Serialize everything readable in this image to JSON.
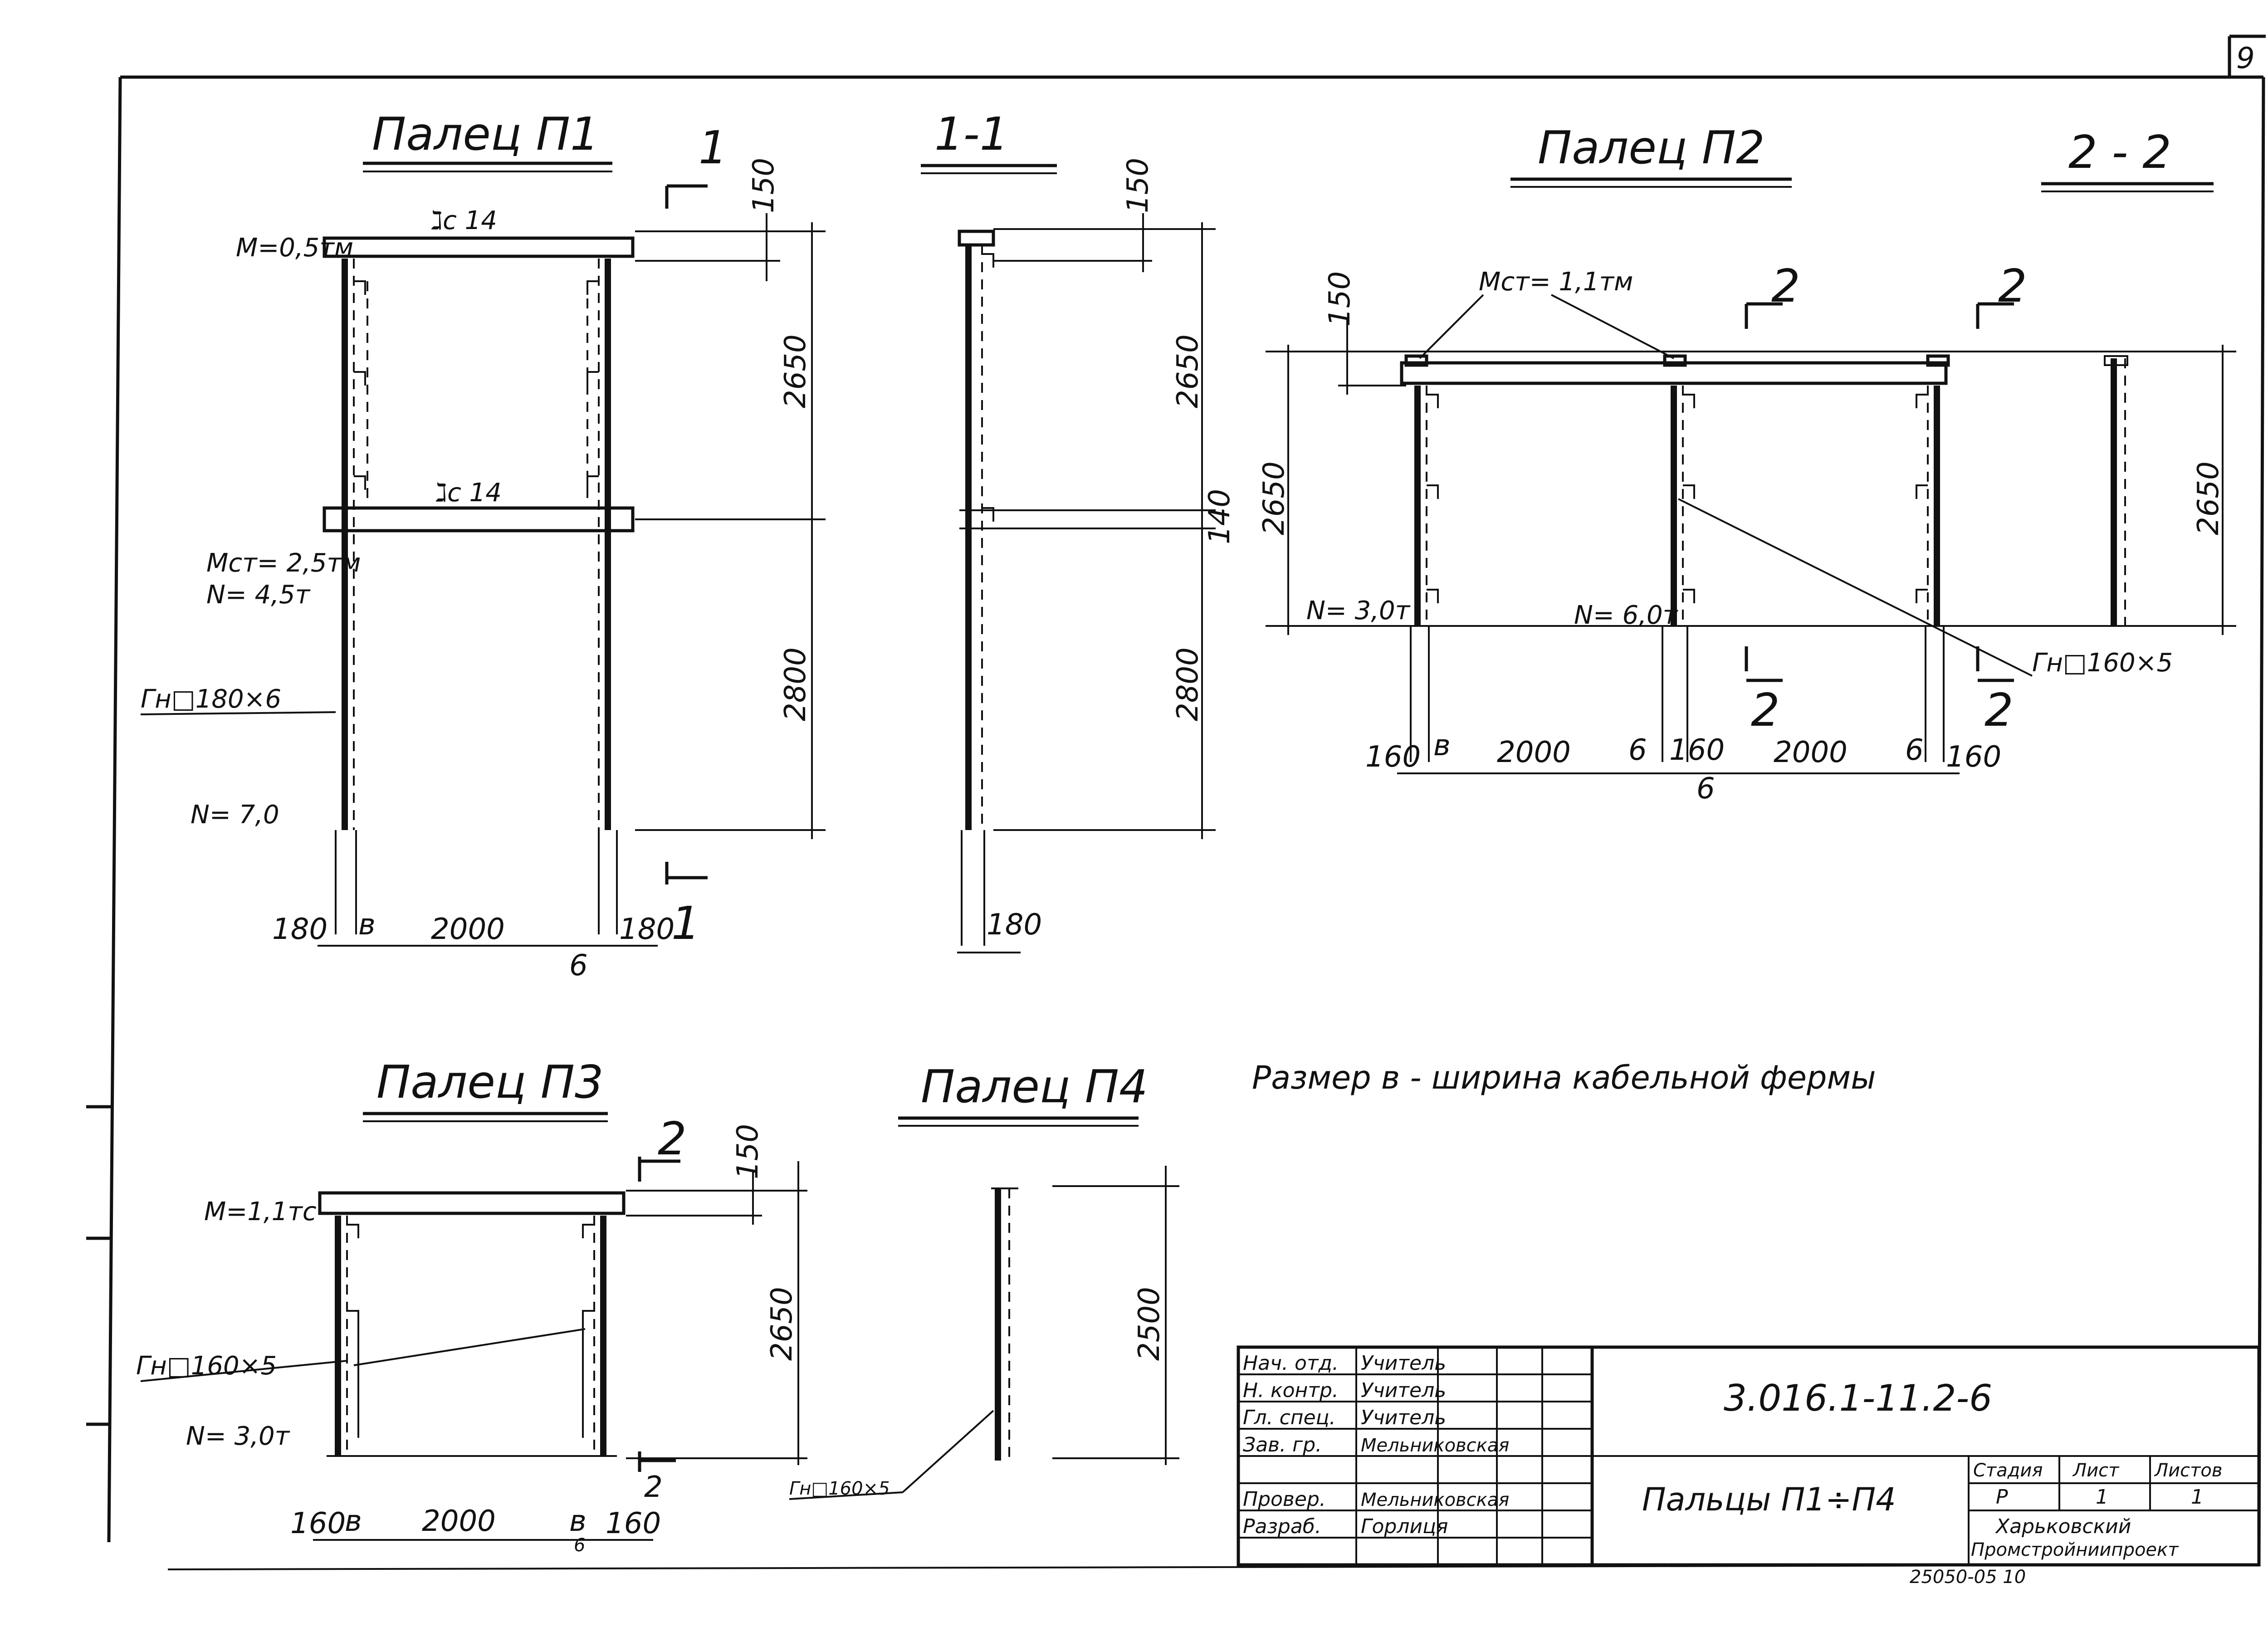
{
  "sheet": {
    "page_number": "9",
    "note": "Размер в - ширина кабельной фермы"
  },
  "views": {
    "p1": {
      "title": "Палец П1",
      "section_mark": "1",
      "beam_top": "ℷc 14",
      "beam_mid": "ℷc 14",
      "load_top": "M=0,5тм",
      "load_mid_m": "Mcт= 2,5тм",
      "load_mid_n": "N= 4,5т",
      "load_bottom": "N= 7,0",
      "tube": "Гн□180×6",
      "dim_top": "150",
      "dim_upper": "2650",
      "dim_lower": "2800",
      "dim_col": "180",
      "dim_gap": "в",
      "dim_span": "2000",
      "dim_gap_b": "6",
      "dim_col_r": "180"
    },
    "s11": {
      "title": "1-1",
      "dim_top": "150",
      "dim_upper": "2650",
      "dim_mid": "140",
      "dim_lower": "2800",
      "dim_col": "180"
    },
    "p2": {
      "title": "Палец П2",
      "section_title": "2 - 2",
      "section_mark": "2",
      "load_top": "Mcт= 1,1тм",
      "load_left": "N= 3,0т",
      "load_mid": "N= 6,0т",
      "tube": "Гн□160×5",
      "dim_top": "150",
      "dim_height": "2650",
      "dim_height_s": "2650",
      "dim_col": "160",
      "dim_gap": "в",
      "dim_span": "2000",
      "dim_b": "6"
    },
    "p3": {
      "title": "Палец П3",
      "section_mark": "2",
      "load_top": "M=1,1тс",
      "load_bottom": "N= 3,0т",
      "tube": "Гн□160×5",
      "dim_top": "150",
      "dim_height": "2650",
      "dim_col": "160",
      "dim_gap": "в",
      "dim_span": "2000",
      "dim_b": "6"
    },
    "p4": {
      "title": "Палец П4",
      "tube": "Гн□160×5",
      "dim_height": "2500"
    }
  },
  "title_block": {
    "roles": [
      "Нач. отд.",
      "Н. контр.",
      "Гл. спец.",
      "Зав. гр.",
      "",
      "Провер.",
      "Разраб."
    ],
    "names": [
      "Учитель",
      "Учитель",
      "Учитель",
      "Мельниковская",
      "",
      "Мельниковская",
      "Горлиця"
    ],
    "doc_code": "3.016.1-11.2-6",
    "drawing_title": "Пальцы П1÷П4",
    "col_stage": "Стадия",
    "col_sheet": "Лист",
    "col_sheets": "Листов",
    "stage": "Р",
    "sheet": "1",
    "sheets": "1",
    "org_line1": "Харьковский",
    "org_line2": "Промстройниипроект",
    "archive_no": "25050-05   10"
  }
}
